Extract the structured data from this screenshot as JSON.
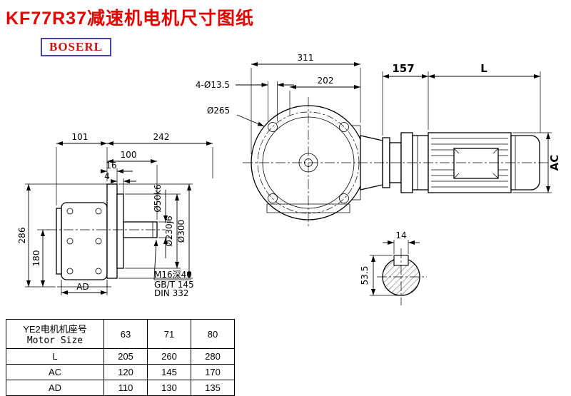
{
  "page": {
    "title": "KF77R37减速机电机尺寸图纸",
    "brand": "BOSERL"
  },
  "drawing": {
    "side_view": {
      "d101": "101",
      "d242": "242",
      "d100": "100",
      "d16": "16",
      "d4": "4",
      "d286": "286",
      "d180": "180",
      "dAD": "AD",
      "dia_shaft": "Ø50k6",
      "dia_spigot": "Ø230j6",
      "dia_flange": "Ø300",
      "note1": "M16深40",
      "note2": "GB/T 145",
      "note3": "DIN 332"
    },
    "front_view": {
      "d311": "311",
      "d202": "202",
      "holes": "4-Ø13.5",
      "dia": "Ø265",
      "d157": "157",
      "dL": "L",
      "dAC": "AC"
    },
    "shaft_view": {
      "d14": "14",
      "d53_5": "53.5"
    }
  },
  "table": {
    "header_cn": "YE2电机机座号",
    "header_en": "Motor Size",
    "sizes": [
      "63",
      "71",
      "80"
    ],
    "rows": [
      {
        "label": "L",
        "values": [
          "205",
          "260",
          "280"
        ]
      },
      {
        "label": "AC",
        "values": [
          "120",
          "145",
          "170"
        ]
      },
      {
        "label": "AD",
        "values": [
          "110",
          "130",
          "135"
        ]
      }
    ]
  }
}
